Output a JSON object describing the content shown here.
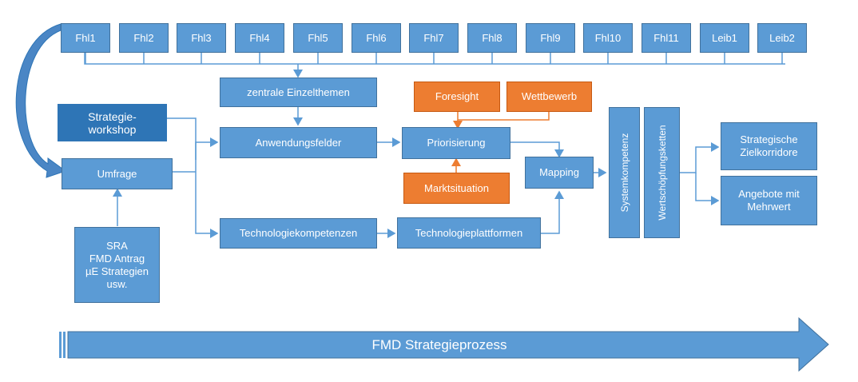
{
  "top_row": [
    "Fhl1",
    "Fhl2",
    "Fhl3",
    "Fhl4",
    "Fhl5",
    "Fhl6",
    "Fhl7",
    "Fhl8",
    "Fhl9",
    "Fhl10",
    "Fhl11",
    "Leib1",
    "Leib2"
  ],
  "boxes": {
    "zentrale": "zentrale Einzelthemen",
    "strategie_workshop": "Strategie-\nworkshop",
    "umfrage": "Umfrage",
    "anwendungsfelder": "Anwendungsfelder",
    "technologiekompetenzen": "Technologiekompetenzen",
    "foresight": "Foresight",
    "wettbewerb": "Wettbewerb",
    "priorisierung": "Priorisierung",
    "marktsituation": "Marktsituation",
    "technologieplattformen": "Technologieplattformen",
    "mapping": "Mapping",
    "systemkompetenz": "Systemkompetenz",
    "wertschoepfungsketten": "Wertschöpfungsketten",
    "zielkorridore": "Strategische\nZielkorridore",
    "angebote": "Angebote mit\nMehrwert",
    "sra": "SRA\nFMD Antrag\nµE Strategien\nusw."
  },
  "process_arrow_label": "FMD Strategieprozess",
  "colors": {
    "blue": "#5b9bd5",
    "dark_blue": "#2e75b6",
    "orange": "#ed7d31",
    "line": "#5b9bd5"
  }
}
